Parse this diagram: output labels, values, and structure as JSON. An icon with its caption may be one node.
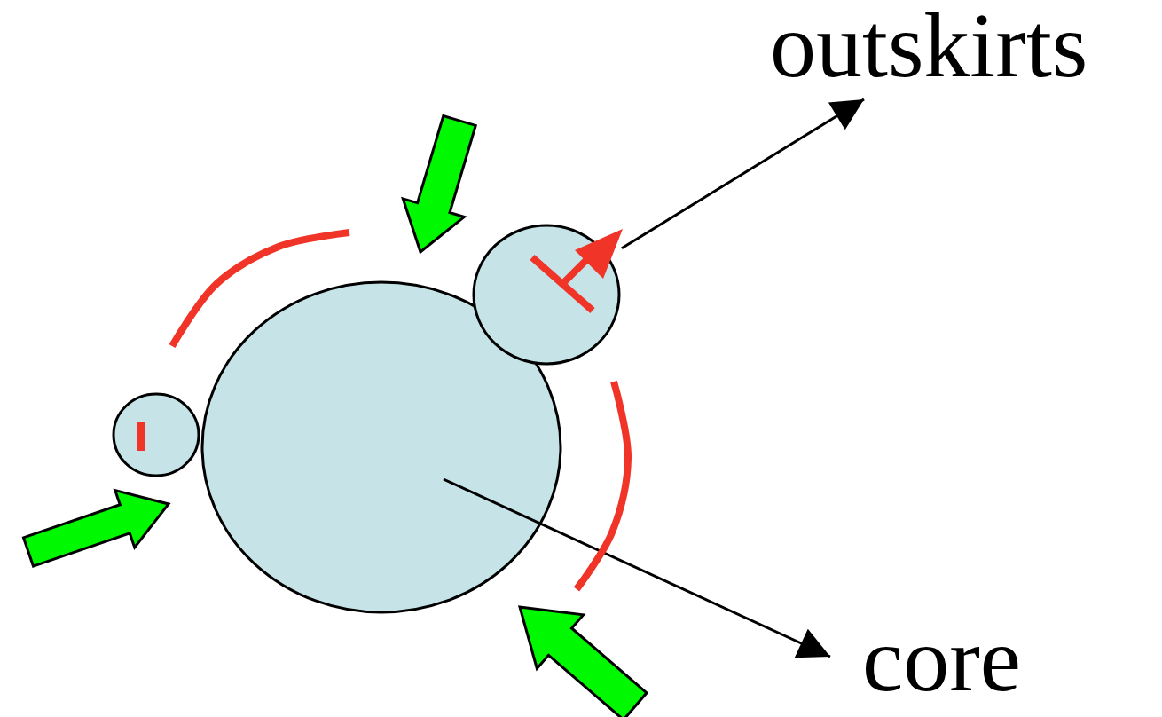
{
  "diagram": {
    "nodes": [
      {
        "text": [],
        "shape": "circle"
      },
      {
        "text": [],
        "shape": "circle"
      },
      {
        "text": [],
        "shape": "circle"
      },
      {
        "text": [
          "outskirts"
        ]
      },
      {
        "text": [
          "core"
        ]
      }
    ],
    "edges": [
      {
        "from": 2,
        "to": 3,
        "arrow": "to"
      },
      {
        "from": 0,
        "to": 4,
        "arrow": "to"
      }
    ]
  }
}
